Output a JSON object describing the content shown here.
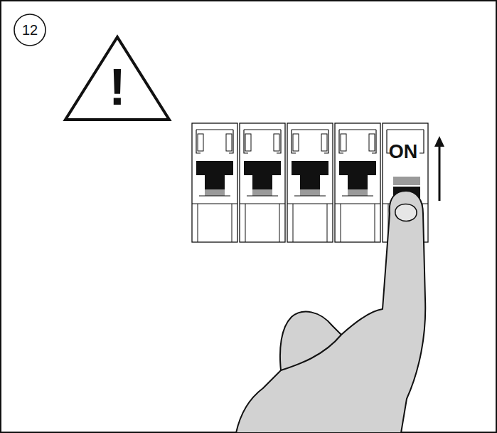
{
  "diagram": {
    "labels": [
      "12",
      "!",
      "ON"
    ]
  }
}
